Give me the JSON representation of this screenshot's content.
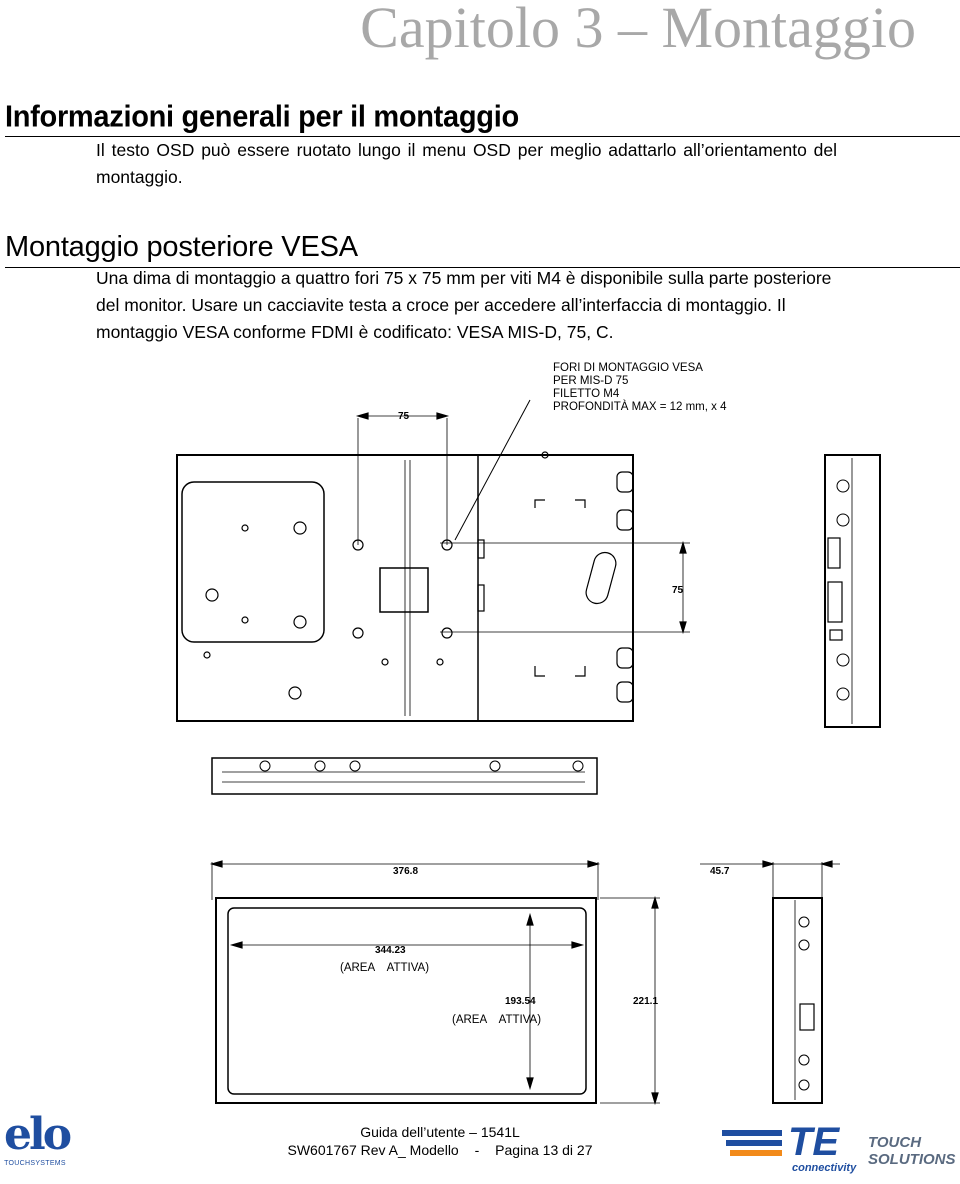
{
  "chapter_title": "Capitolo 3 – Montaggio",
  "section1": {
    "heading": "Informazioni generali per il montaggio",
    "body": [
      "Il testo OSD può essere ruotato lungo il menu OSD per meglio adattarlo all’orientamento del",
      "montaggio."
    ]
  },
  "section2": {
    "heading": "Montaggio posteriore VESA",
    "body": [
      "Una dima di montaggio a quattro fori 75 x 75 mm per viti M4 è disponibile sulla parte posteriore",
      "del monitor. Usare un cacciavite testa a croce per accedere all’interfaccia di montaggio. Il",
      "montaggio VESA conforme FDMI è codificato: VESA MIS-D, 75, C."
    ]
  },
  "drawing": {
    "callout": [
      "FORI DI MONTAGGIO VESA",
      "PER MIS-D 75",
      "FILETTO M4",
      "PROFONDITÀ MAX = 12 mm, x 4"
    ],
    "dim_top": "75",
    "dim_side": "75",
    "dim_width": "376.8",
    "dim_depth": "45.7",
    "dim_active_width": "344.23",
    "dim_active_height": "193.54",
    "dim_height": "221.1",
    "active_area_1": "(AREA    ATTIVA)",
    "active_area_2": "(AREA    ATTIVA)"
  },
  "footer": {
    "line1": "Guida dell’utente – 1541L",
    "line2_doc": "SW601767 Rev A_ Modello",
    "line2_sep": "-",
    "line2_page": "Pagina 13 di 27",
    "elo_logo_text": "elo",
    "elo_sub": "TOUCHSYSTEMS",
    "te_logo_text": "TE",
    "te_sub": "connectivity",
    "te_right1": "TOUCH",
    "te_right2": "SOLUTIONS"
  },
  "colors": {
    "chapter": "#a8a8a8",
    "te_blue": "#1f4ea0",
    "te_orange": "#f28a1a"
  }
}
